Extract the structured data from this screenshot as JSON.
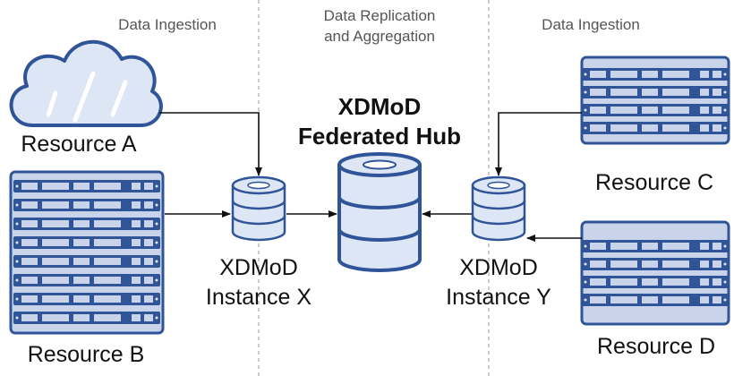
{
  "sections": {
    "left": "Data Ingestion",
    "middle_line1": "Data Replication",
    "middle_line2": "and Aggregation",
    "right": "Data Ingestion"
  },
  "resources": {
    "a": "Resource A",
    "b": "Resource B",
    "c": "Resource C",
    "d": "Resource D"
  },
  "instances": {
    "x_line1": "XDMoD",
    "x_line2": "Instance X",
    "y_line1": "XDMoD",
    "y_line2": "Instance Y"
  },
  "hub": {
    "line1": "XDMoD",
    "line2": "Federated Hub"
  },
  "colors": {
    "blue": "#2f5497",
    "light_blue": "#dde6f5",
    "rack_face": "#c9d4ea",
    "line": "#111111",
    "divider": "#aaaaaa"
  }
}
